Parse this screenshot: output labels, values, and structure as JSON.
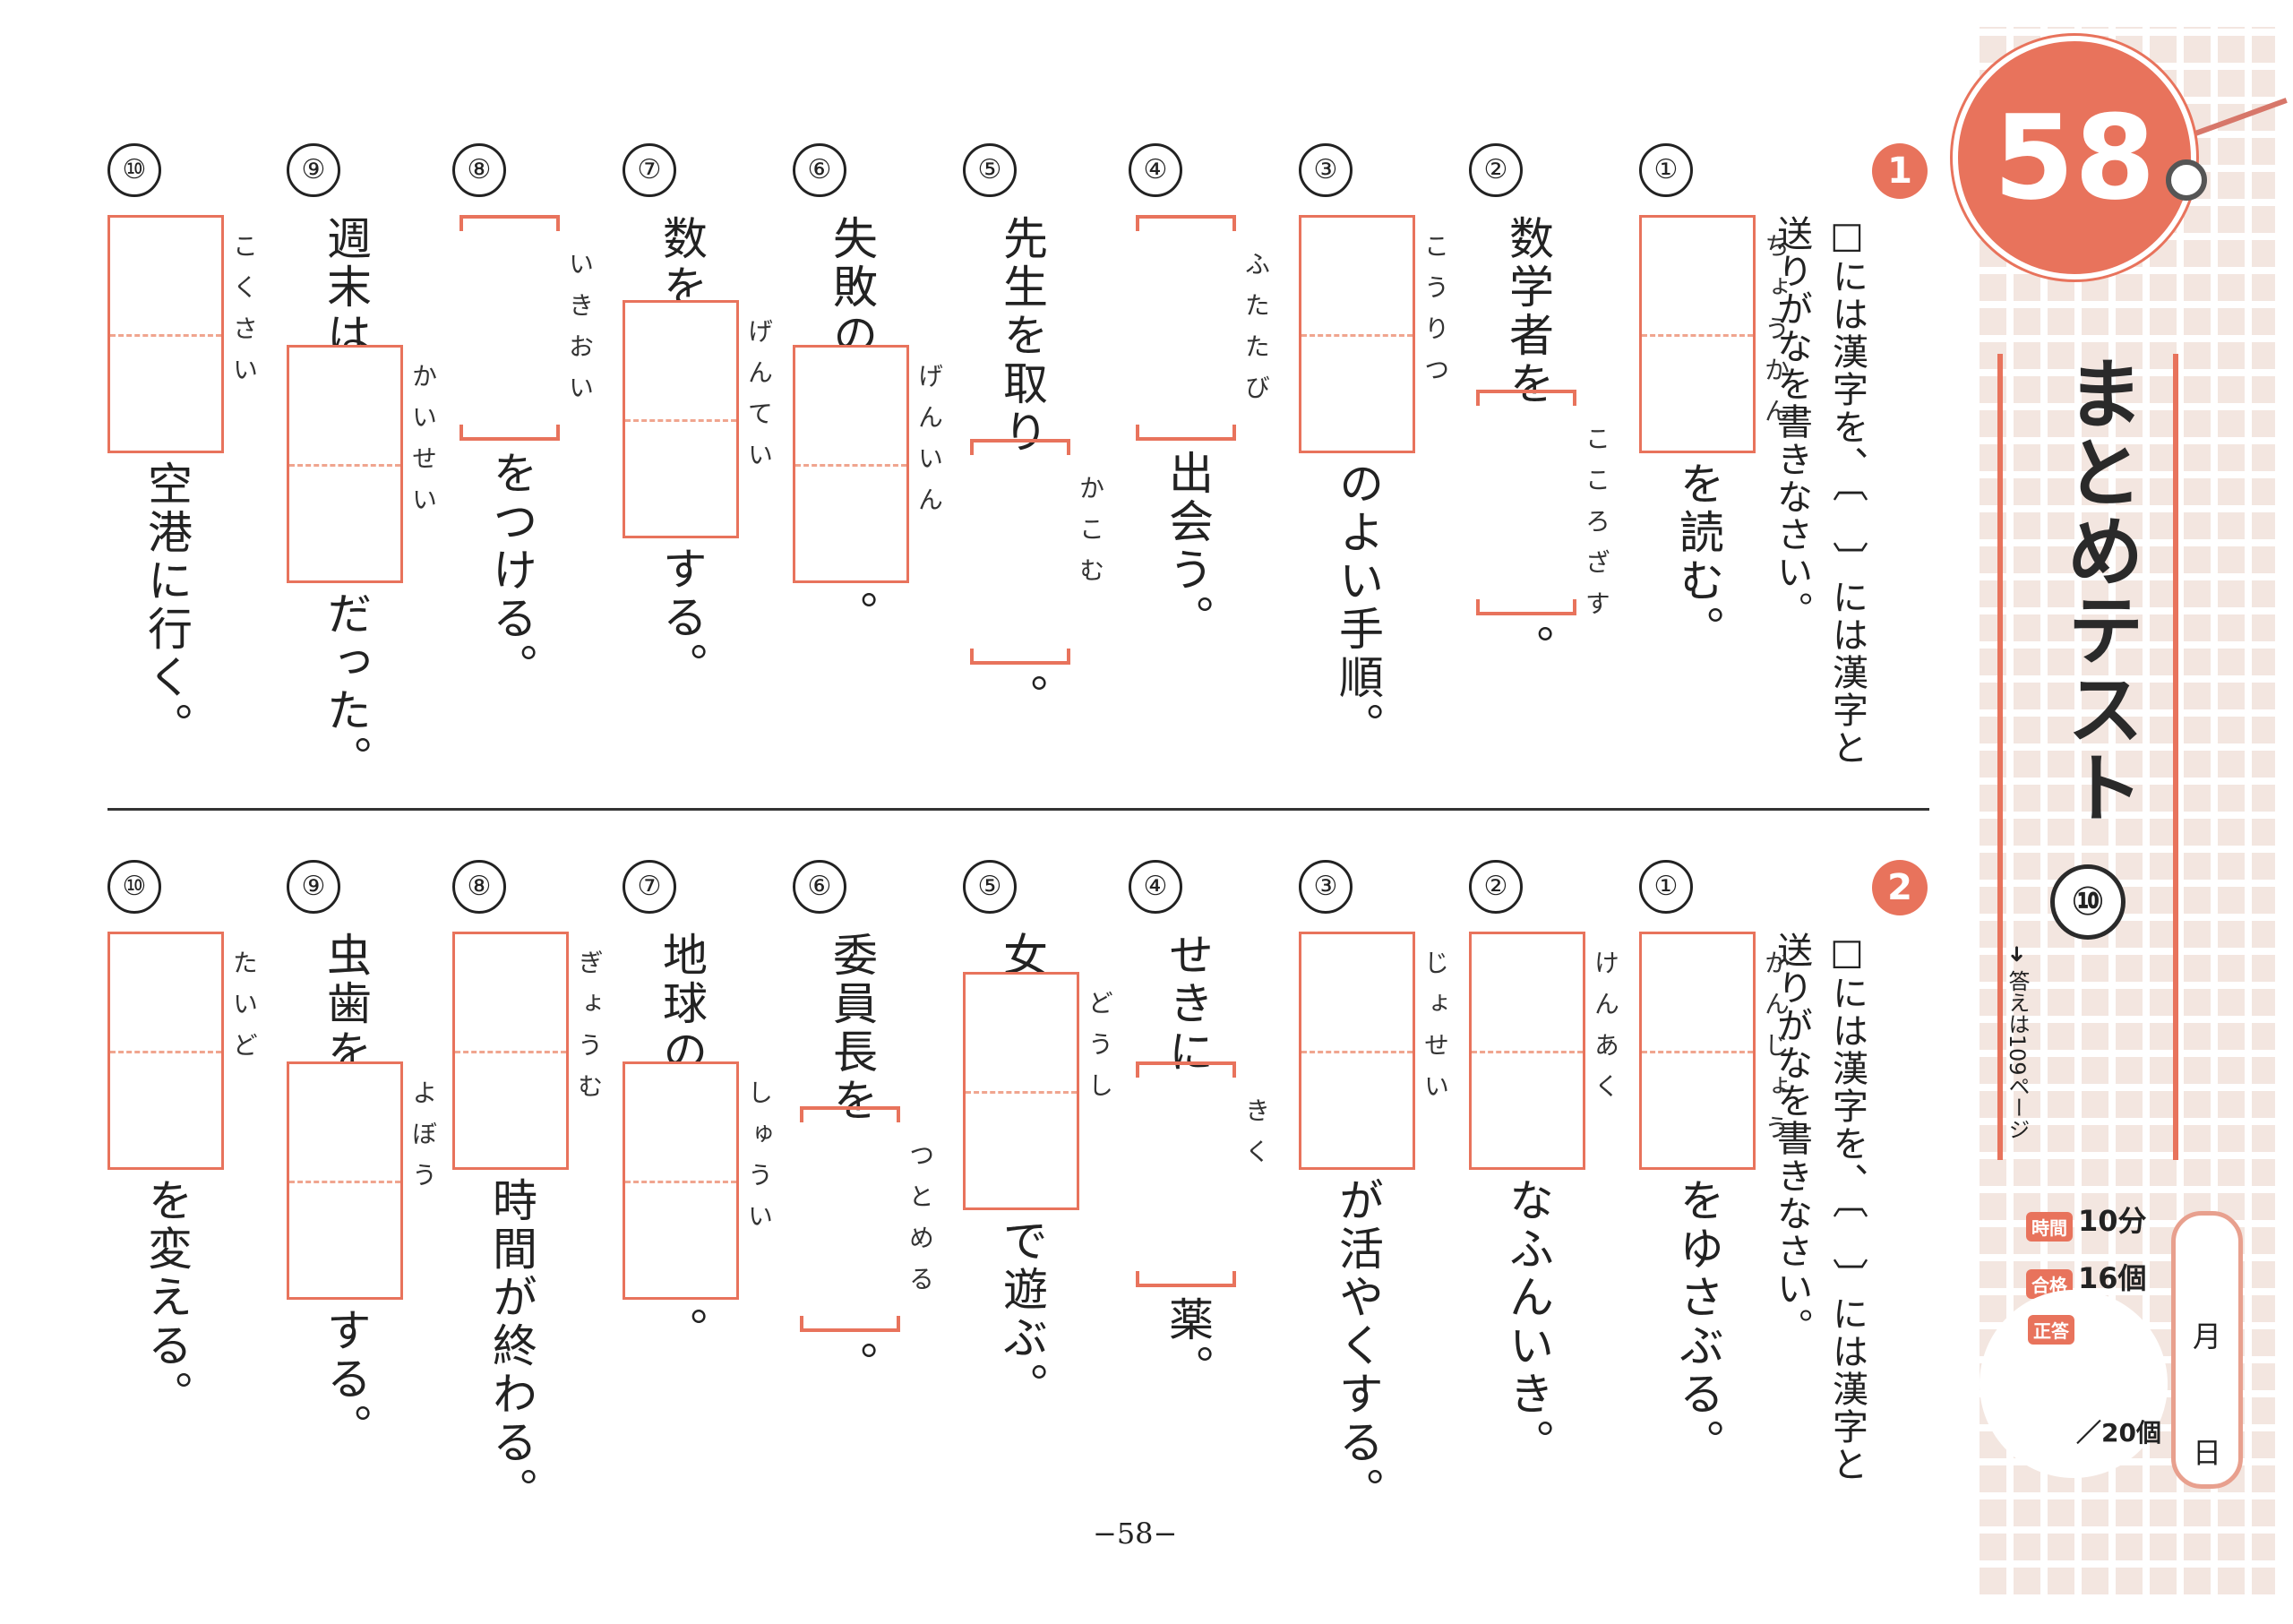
{
  "badge_number": "58",
  "title": "まとめテスト",
  "title_number": "⑩",
  "answer_ref": "答えは109ページ",
  "stats": {
    "time_label": "時間",
    "time_value": "10分",
    "pass_label": "合格",
    "pass_value": "16個",
    "correct_label": "正答",
    "total": "20個"
  },
  "date": {
    "month": "月",
    "day": "日"
  },
  "page_number": "−58−",
  "section1": {
    "mark": "1",
    "instruction_a": "□には漢字を、〔　〕には漢字と",
    "instruction_b": "送りがなを書きなさい。",
    "questions": [
      {
        "num": "①",
        "before": "",
        "furigana": "ちょうかん",
        "after": "を読む。"
      },
      {
        "num": "②",
        "before": "数学者を",
        "furigana": "こころざす",
        "after": "。"
      },
      {
        "num": "③",
        "before": "",
        "furigana": "こうりつ",
        "after": "のよい手順。"
      },
      {
        "num": "④",
        "before": "",
        "furigana": "ふたたび",
        "after": "出会う。"
      },
      {
        "num": "⑤",
        "before": "先生を取り",
        "furigana": "かこむ",
        "after": "。"
      },
      {
        "num": "⑥",
        "before": "失敗の",
        "furigana": "げんいん",
        "after": "。"
      },
      {
        "num": "⑦",
        "before": "数を",
        "furigana": "げんてい",
        "after": "する。"
      },
      {
        "num": "⑧",
        "before": "",
        "furigana": "いきおい",
        "after": "をつける。"
      },
      {
        "num": "⑨",
        "before": "週末は",
        "furigana": "かいせい",
        "after": "だった。"
      },
      {
        "num": "⑩",
        "before": "",
        "furigana": "こくさい",
        "after": "空港に行く。"
      }
    ]
  },
  "section2": {
    "mark": "2",
    "instruction_a": "□には漢字を、〔　〕には漢字と",
    "instruction_b": "送りがなを書きなさい。",
    "questions": [
      {
        "num": "①",
        "before": "",
        "furigana": "かんじょう",
        "after": "をゆさぶる。"
      },
      {
        "num": "②",
        "before": "",
        "furigana": "けんあく",
        "after": "なふんいき。"
      },
      {
        "num": "③",
        "before": "",
        "furigana": "じょせい",
        "after": "が活やくする。"
      },
      {
        "num": "④",
        "before": "せきに",
        "furigana": "きく",
        "after": "薬。"
      },
      {
        "num": "⑤",
        "before": "女",
        "furigana": "どうし",
        "after": "で遊ぶ。"
      },
      {
        "num": "⑥",
        "before": "委員長を",
        "furigana": "つとめる",
        "after": "。"
      },
      {
        "num": "⑦",
        "before": "地球の",
        "furigana": "しゅうい",
        "after": "。"
      },
      {
        "num": "⑧",
        "before": "",
        "furigana": "ぎょうむ",
        "after": "時間が終わる。"
      },
      {
        "num": "⑨",
        "before": "虫歯を",
        "furigana": "よぼう",
        "after": "する。"
      },
      {
        "num": "⑩",
        "before": "",
        "furigana": "たいど",
        "after": "を変える。"
      }
    ]
  }
}
